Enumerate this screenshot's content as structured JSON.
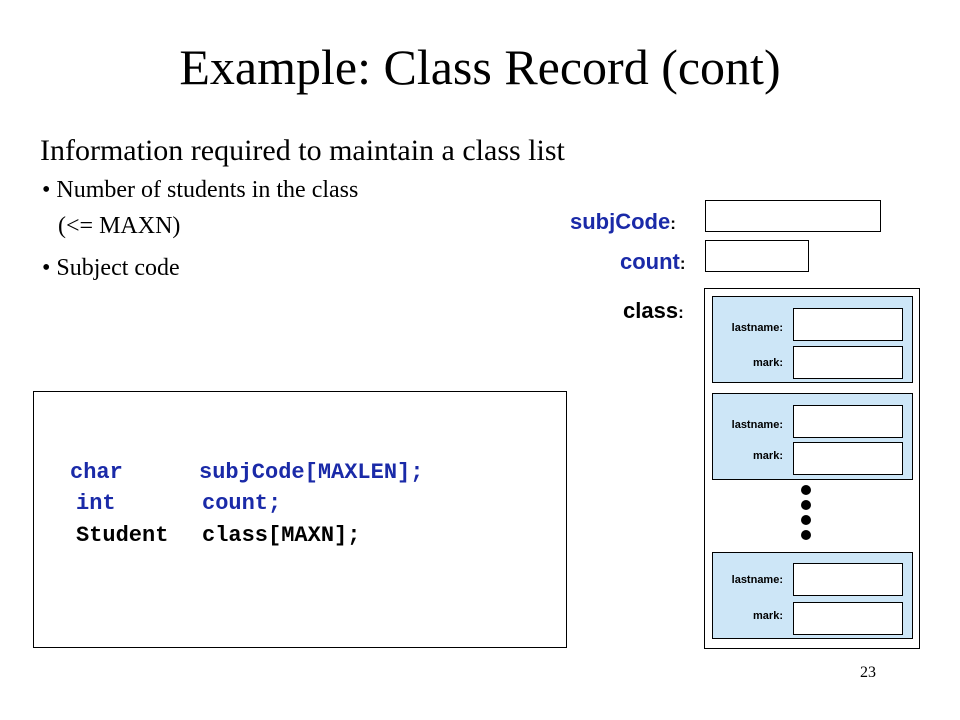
{
  "slide": {
    "title": "Example: Class Record (cont)",
    "subtitle": "Information required to maintain a class list",
    "bullets": [
      "• Number of students in the class",
      "(<= MAXN)",
      "• Subject code"
    ],
    "page_number": "23"
  },
  "code": {
    "line1": {
      "type": "char",
      "decl": "subjCode[MAXLEN];"
    },
    "line2": {
      "type": "int",
      "decl": "count;"
    },
    "line3": {
      "type": "Student",
      "decl": "class[MAXN];"
    }
  },
  "diagram": {
    "subj_label": "subjCode",
    "count_label": "count",
    "class_label": "class",
    "colon": ":",
    "lastname_label": "lastname:",
    "mark_label": "mark:"
  },
  "colors": {
    "keyword": "#1a2aa8",
    "record_fill": "#cde6f7"
  }
}
